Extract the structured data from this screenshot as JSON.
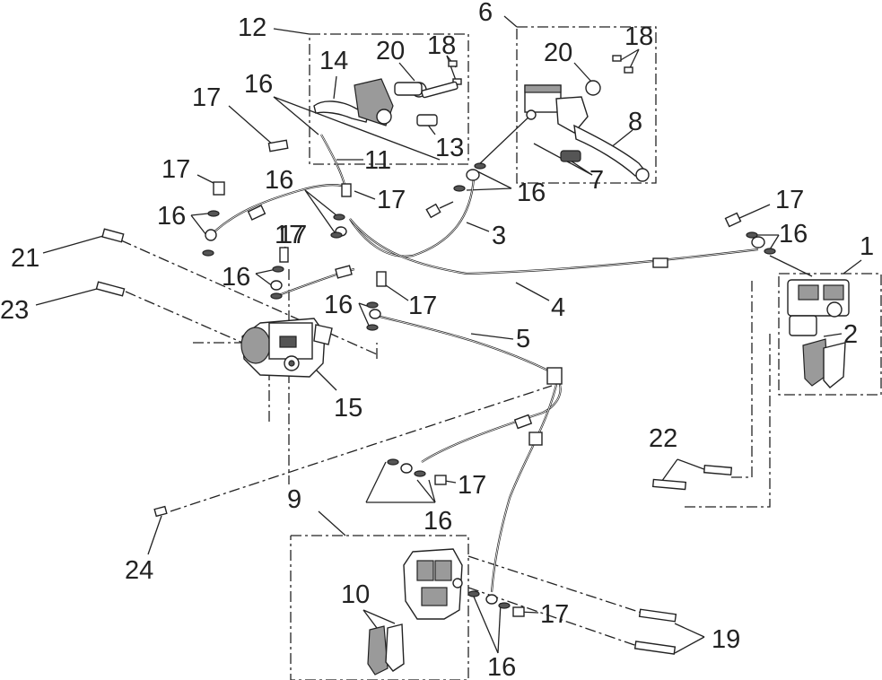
{
  "diagram": {
    "kind": "exploded-parts-diagram",
    "subject": "brake system: master cylinders, brake hoses and calipers",
    "line_color": "#222222",
    "background_color": "#ffffff",
    "callouts": [
      {
        "id": "c12",
        "text": "12"
      },
      {
        "id": "c6",
        "text": "6"
      },
      {
        "id": "c14",
        "text": "14"
      },
      {
        "id": "c20a",
        "text": "20"
      },
      {
        "id": "c18a",
        "text": "18"
      },
      {
        "id": "c20b",
        "text": "20"
      },
      {
        "id": "c18b",
        "text": "18"
      },
      {
        "id": "c17a",
        "text": "17"
      },
      {
        "id": "c16a",
        "text": "16"
      },
      {
        "id": "c8",
        "text": "8"
      },
      {
        "id": "c13",
        "text": "13"
      },
      {
        "id": "c11",
        "text": "11"
      },
      {
        "id": "c17b",
        "text": "17"
      },
      {
        "id": "c16b",
        "text": "16"
      },
      {
        "id": "c17c",
        "text": "17"
      },
      {
        "id": "c7",
        "text": "7"
      },
      {
        "id": "c16c",
        "text": "16"
      },
      {
        "id": "c16d",
        "text": "16"
      },
      {
        "id": "c17d",
        "text": "17"
      },
      {
        "id": "c17e",
        "text": "17"
      },
      {
        "id": "c16e",
        "text": "16"
      },
      {
        "id": "c3",
        "text": "3"
      },
      {
        "id": "c21",
        "text": "21"
      },
      {
        "id": "c1",
        "text": "1"
      },
      {
        "id": "c16f",
        "text": "16"
      },
      {
        "id": "c17f",
        "text": "17"
      },
      {
        "id": "c23",
        "text": "23"
      },
      {
        "id": "c16g",
        "text": "16"
      },
      {
        "id": "c17g",
        "text": "17"
      },
      {
        "id": "c4",
        "text": "4"
      },
      {
        "id": "c2",
        "text": "2"
      },
      {
        "id": "c5",
        "text": "5"
      },
      {
        "id": "c15",
        "text": "15"
      },
      {
        "id": "c22",
        "text": "22"
      },
      {
        "id": "c17h",
        "text": "17"
      },
      {
        "id": "c9",
        "text": "9"
      },
      {
        "id": "c16h",
        "text": "16"
      },
      {
        "id": "c10",
        "text": "10"
      },
      {
        "id": "c17i",
        "text": "17"
      },
      {
        "id": "c24",
        "text": "24"
      },
      {
        "id": "c19",
        "text": "19"
      },
      {
        "id": "c16i",
        "text": "16"
      }
    ]
  }
}
